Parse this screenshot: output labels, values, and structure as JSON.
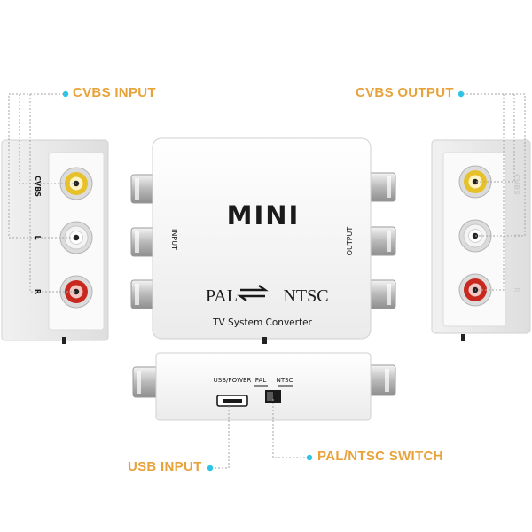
{
  "callouts": {
    "cvbs_input": "CVBS INPUT",
    "cvbs_output": "CVBS OUTPUT",
    "usb_input": "USB INPUT",
    "pal_ntsc_switch": "PAL/NTSC SWITCH"
  },
  "device": {
    "logo": "MINI",
    "input_label": "INPUT",
    "output_label": "OUTPUT",
    "pal": "PAL",
    "ntsc": "NTSC",
    "subtitle": "TV System Converter",
    "usb_power": "USB/POWER",
    "switch_pal": "PAL",
    "switch_ntsc": "NTSC"
  },
  "left_panel": {
    "cvbs": "CVBS",
    "l": "L",
    "r": "R"
  },
  "right_panel": {
    "cvbs": "CVBS",
    "l": "L",
    "r": "R"
  },
  "colors": {
    "accent": "#e8a23a",
    "leader_line": "#a6a6a6",
    "dot": "#2ec4e6",
    "rca_yellow": "#e6c12a",
    "rca_white": "#f4f4f4",
    "rca_red": "#c9281f"
  }
}
